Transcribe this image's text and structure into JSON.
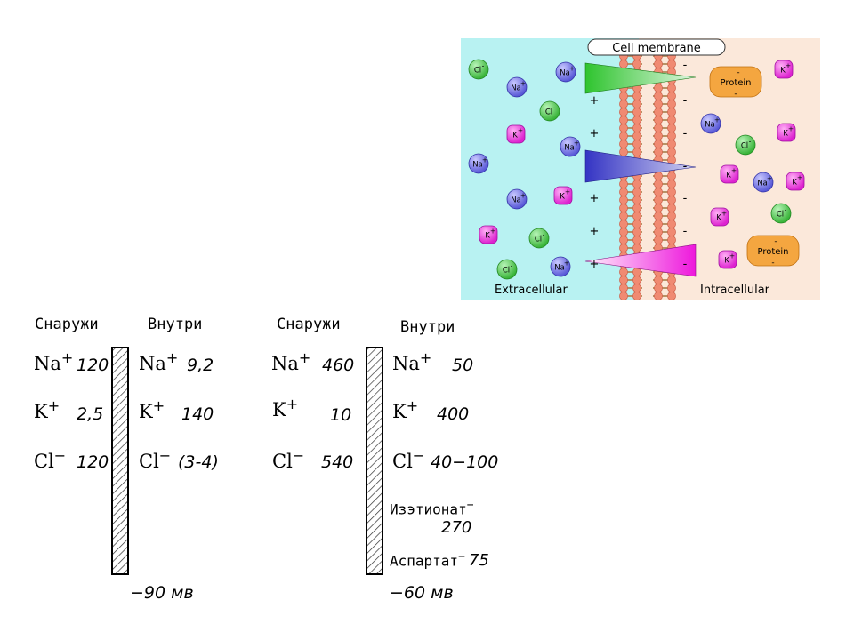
{
  "membrane_figure": {
    "title": "Cell membrane",
    "extracellular_label": "Extracellular",
    "intracellular_label": "Intracellular",
    "colors": {
      "extracellular_bg": "#b8f2f2",
      "intracellular_bg": "#fbe8da",
      "na": "#6a6ae0",
      "k": "#e52ed8",
      "cl": "#47c447",
      "protein": "#f4a640",
      "membrane_head": "#f08a72",
      "membrane_tail": "#b89266"
    },
    "extracellular_ions": [
      "Cl-",
      "Na+",
      "Na+",
      "Cl-",
      "K+",
      "Na+",
      "Na+",
      "Na+",
      "K+",
      "K+",
      "Cl-",
      "Na+",
      "Cl-"
    ],
    "intracellular_ions": [
      "Protein",
      "K+",
      "Na+",
      "K+",
      "Cl-",
      "K+",
      "Na+",
      "K+",
      "K+",
      "Cl-",
      "K+",
      "Protein"
    ],
    "extracellular_signs": [
      "+",
      "+",
      "+",
      "+",
      "+"
    ],
    "intracellular_signs": [
      "-",
      "-",
      "-",
      "-",
      "-",
      "-",
      "-"
    ],
    "ion_labels": {
      "na": "Na",
      "k": "K",
      "cl": "Cl",
      "plus": "+",
      "minus": "-",
      "protein": "Protein"
    }
  },
  "table_left": {
    "outside_header": "Снаружи",
    "inside_header": "Внутри",
    "outside": [
      {
        "ion": "Na",
        "charge": "+",
        "value": "120"
      },
      {
        "ion": "K",
        "charge": "+",
        "value": "2,5"
      },
      {
        "ion": "Cl",
        "charge": "−",
        "value": "120"
      }
    ],
    "inside": [
      {
        "ion": "Na",
        "charge": "+",
        "value": "9,2"
      },
      {
        "ion": "K",
        "charge": "+",
        "value": "140"
      },
      {
        "ion": "Cl",
        "charge": "−",
        "value": "(3-4)"
      }
    ],
    "potential": "−90 мв"
  },
  "table_right": {
    "outside_header": "Снаружи",
    "inside_header": "Внутри",
    "outside": [
      {
        "ion": "Na",
        "charge": "+",
        "value": "460"
      },
      {
        "ion": "K",
        "charge": "+",
        "value": "10"
      },
      {
        "ion": "Cl",
        "charge": "−",
        "value": "540"
      }
    ],
    "inside": [
      {
        "ion": "Na",
        "charge": "+",
        "value": "50"
      },
      {
        "ion": "K",
        "charge": "+",
        "value": "400"
      },
      {
        "ion": "Cl",
        "charge": "−",
        "value": "40−100"
      }
    ],
    "extra": [
      {
        "label": "Изэтионат",
        "charge": "−",
        "value": "270"
      },
      {
        "label": "Аспартат",
        "charge": "−",
        "value": "75"
      }
    ],
    "potential": "−60 мв"
  }
}
